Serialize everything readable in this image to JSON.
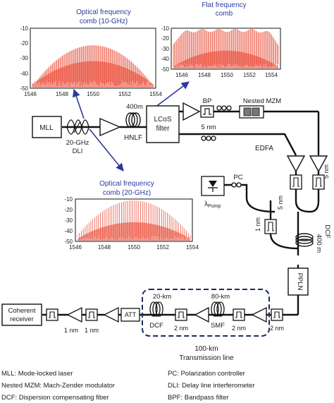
{
  "charts": {
    "comb10": {
      "title": [
        "Optical frequency",
        "comb (10-GHz)"
      ],
      "ylim": [
        -50,
        -10
      ],
      "yticks": [
        "-10",
        "-20",
        "-30",
        "-40",
        "-50"
      ],
      "xlim": [
        1546,
        1554
      ],
      "xticks": [
        "1546",
        "1548",
        "1550",
        "1552",
        "1554"
      ]
    },
    "flat": {
      "title": [
        "Flat frequency",
        "comb"
      ],
      "ylim": [
        -50,
        -10
      ],
      "yticks": [
        "-10",
        "-20",
        "-30",
        "-40",
        "-50"
      ],
      "xlim": [
        1546,
        1554
      ],
      "xticks": [
        "1546",
        "1548",
        "1550",
        "1552",
        "1554"
      ]
    },
    "comb20": {
      "title": [
        "Optical frequency",
        "comb (20-GHz)"
      ],
      "ylim": [
        -50,
        -10
      ],
      "yticks": [
        "-10",
        "-20",
        "-30",
        "-40",
        "-50"
      ],
      "xlim": [
        1546,
        1554
      ],
      "xticks": [
        "1546",
        "1548",
        "1550",
        "1552",
        "1554"
      ]
    }
  },
  "components": {
    "mll": "MLL",
    "dli": [
      "20-GHz",
      "DLI"
    ],
    "hnlf": "HNLF",
    "hnlf_len": "400m",
    "lcos": [
      "LCoS",
      "filter"
    ],
    "bp": "BP",
    "bp_bw": "5 nm",
    "mzm": "Nested MZM",
    "edfa": "EDFA",
    "bw_5nm_right": "5 nm",
    "bw_5nm_mid": "5 nm",
    "bw_1nm_mid": "1 nm",
    "pc": "PC",
    "pump": "λ",
    "pump_sub": "Pump",
    "dcf_main": "DCF",
    "dcf_len": "400 m",
    "ppln": "PPLN",
    "coherent": [
      "Coherent",
      "receiver"
    ],
    "att": "ATT",
    "bw_1nm_a": "1 nm",
    "bw_1nm_b": "1 nm",
    "dcf_tx_len": "20-km",
    "dcf_tx": "DCF",
    "bw_2nm_a": "2 nm",
    "smf_len": "80-km",
    "smf": "SMF",
    "bw_2nm_b": "2 nm",
    "bw_2nm_c": "2 nm",
    "tx_line": [
      "100-km",
      "Transmission line"
    ]
  },
  "legend": [
    "MLL: Mode-locked laser",
    "PC: Polarization controller",
    "Nested MZM: Mach-Zender modulator",
    "DLI: Delay line interferometer",
    "DCF: Dispersion compensating fiber",
    "BPF: Bandpass filter"
  ],
  "colors": {
    "spectrum": "#e8402a",
    "arrow": "#2b3a9a",
    "line": "#111111"
  }
}
